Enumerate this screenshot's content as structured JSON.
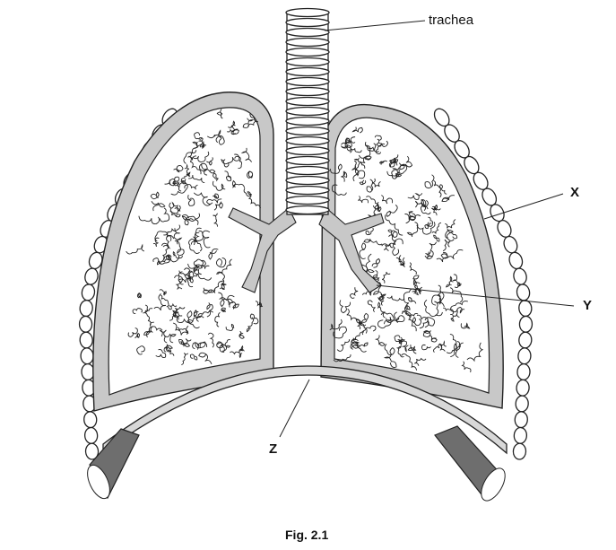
{
  "figure": {
    "caption": "Fig. 2.1",
    "labels": {
      "trachea": "trachea",
      "x": "X",
      "y": "Y",
      "z": "Z"
    },
    "colors": {
      "line": "#222222",
      "pleura_grey": "#c8c8c8",
      "muscle_grey": "#6e6e6e"
    }
  }
}
